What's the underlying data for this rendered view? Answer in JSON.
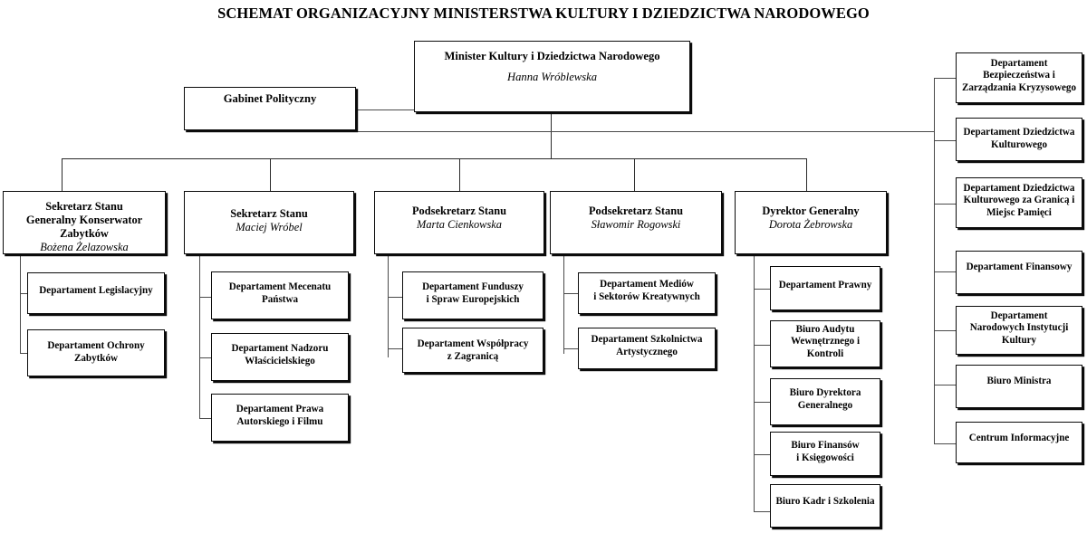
{
  "title": "SCHEMAT ORGANIZACYJNY MINISTERSTWA KULTURY I DZIEDZICTWA NARODOWEGO",
  "root": {
    "title": "Minister Kultury i Dziedzictwa Narodowego",
    "person": "Hanna Wróblewska"
  },
  "cabinet": {
    "title": "Gabinet Polityczny"
  },
  "deputies": [
    {
      "title": "Sekretarz Stanu\nGeneralny Konserwator Zabytków",
      "person": "Bożena Żelazowska",
      "children": [
        "Departament Legislacyjny",
        "Departament Ochrony\nZabytków"
      ]
    },
    {
      "title": "Sekretarz Stanu",
      "person": "Maciej Wróbel",
      "children": [
        "Departament Mecenatu\nPaństwa",
        "Departament Nadzoru\nWłaścicielskiego",
        "Departament Prawa\nAutorskiego i Filmu"
      ]
    },
    {
      "title": "Podsekretarz Stanu",
      "person": "Marta Cienkowska",
      "children": [
        "Departament Funduszy\ni Spraw Europejskich",
        "Departament Współpracy\nz Zagranicą"
      ]
    },
    {
      "title": "Podsekretarz Stanu",
      "person": "Sławomir Rogowski",
      "children": [
        "Departament Mediów\ni Sektorów Kreatywnych",
        "Departament Szkolnictwa\nArtystycznego"
      ]
    },
    {
      "title": "Dyrektor Generalny",
      "person": "Dorota Żebrowska",
      "children": [
        "Departament Prawny",
        "Biuro Audytu\nWewnętrznego i Kontroli",
        "Biuro Dyrektora\nGeneralnego",
        "Biuro Finansów\ni Księgowości",
        "Biuro Kadr i Szkolenia"
      ]
    }
  ],
  "right_column": [
    "Departament\nBezpieczeństwa i\nZarządzania Kryzysowego",
    "Departament Dziedzictwa\nKulturowego",
    "Departament Dziedzictwa\nKulturowego za Granicą i\nMiejsc Pamięci",
    "Departament Finansowy",
    "Departament\nNarodowych Instytucji\nKultury",
    "Biuro Ministra",
    "Centrum Informacyjne"
  ],
  "colors": {
    "border": "#0b0b0b",
    "connector": "#4a4a4a",
    "background": "#ffffff",
    "text": "#000000"
  }
}
